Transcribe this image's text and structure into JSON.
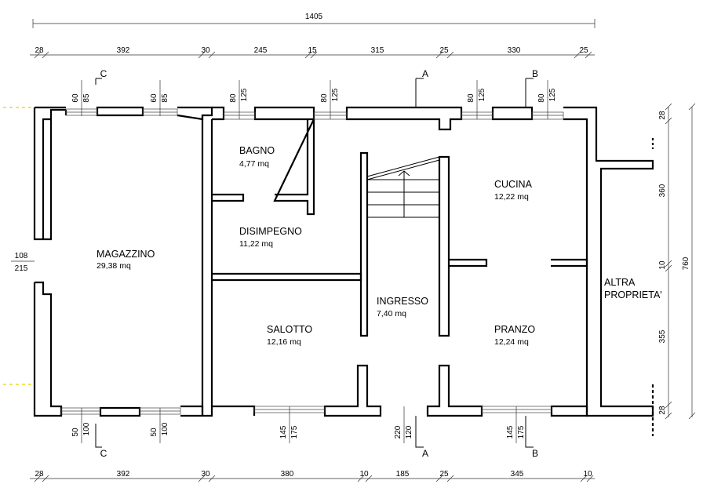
{
  "overall_width": "1405",
  "overall_height": "760",
  "top_dims": [
    "28",
    "392",
    "30",
    "245",
    "15",
    "315",
    "25",
    "330",
    "25"
  ],
  "bottom_dims": [
    "28",
    "392",
    "30",
    "380",
    "10",
    "185",
    "25",
    "345",
    "10"
  ],
  "right_dims": [
    "28",
    "360",
    "10",
    "355",
    "28"
  ],
  "left_dims": [
    "108",
    "215"
  ],
  "window_dims_top": [
    [
      "60",
      "85"
    ],
    [
      "60",
      "85"
    ],
    [
      "80",
      "125"
    ],
    [
      "80",
      "125"
    ],
    [
      "80",
      "125"
    ],
    [
      "80",
      "125"
    ]
  ],
  "window_dims_bottom": [
    [
      "50",
      "100"
    ],
    [
      "50",
      "100"
    ],
    [
      "145",
      "175"
    ],
    [
      "220",
      "120"
    ],
    [
      "145",
      "175"
    ]
  ],
  "sections": {
    "a": "A",
    "b": "B",
    "c": "C"
  },
  "rooms": [
    {
      "name": "MAGAZZINO",
      "area": "29,38 mq"
    },
    {
      "name": "BAGNO",
      "area": "4,77 mq"
    },
    {
      "name": "DISIMPEGNO",
      "area": "11,22 mq"
    },
    {
      "name": "SALOTTO",
      "area": "12,16 mq"
    },
    {
      "name": "INGRESSO",
      "area": "7,40 mq"
    },
    {
      "name": "CUCINA",
      "area": "12,22 mq"
    },
    {
      "name": "PRANZO",
      "area": "12,24 mq"
    }
  ],
  "neighbour": {
    "line1": "ALTRA",
    "line2": "PROPRIETA'"
  }
}
